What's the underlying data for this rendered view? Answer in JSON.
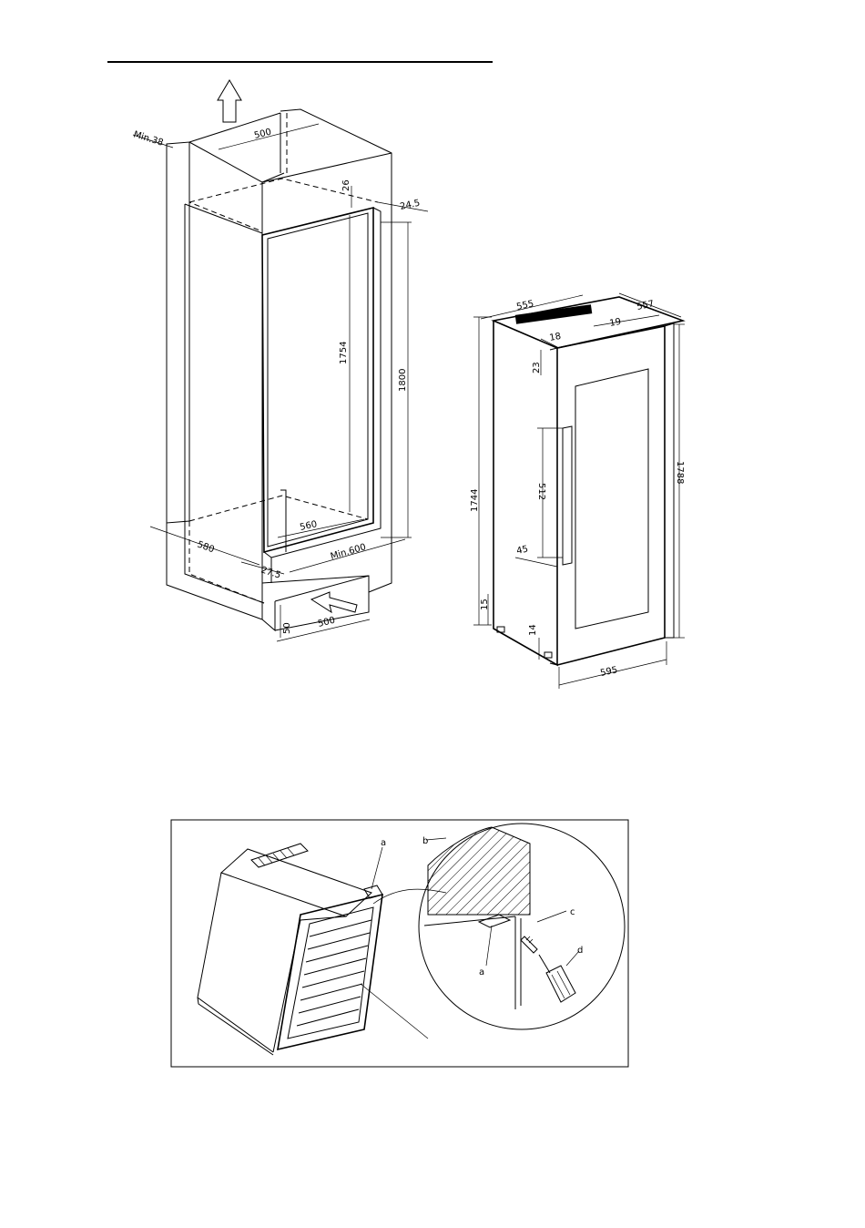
{
  "niche_diagram": {
    "dims": {
      "min38": "Min.38",
      "top_500": "500",
      "d26": "26",
      "d24_5": "24.5",
      "d1754": "1754",
      "d1800": "1800",
      "d560": "560",
      "d580": "580",
      "min600": "Min.600",
      "d27_5": "27.5",
      "d50": "50",
      "bottom_500": "500"
    }
  },
  "unit_diagram": {
    "dims": {
      "d555": "555",
      "d557": "557",
      "d19": "19",
      "d18": "18",
      "d23": "23",
      "d512": "512",
      "d1744": "1744",
      "d1788": "1788",
      "d45": "45",
      "d15": "15",
      "d14": "14",
      "d595": "595"
    }
  },
  "door_detail": {
    "labels": {
      "a_top": "a",
      "b": "b",
      "c": "c",
      "d": "d",
      "a_inner": "a"
    }
  }
}
